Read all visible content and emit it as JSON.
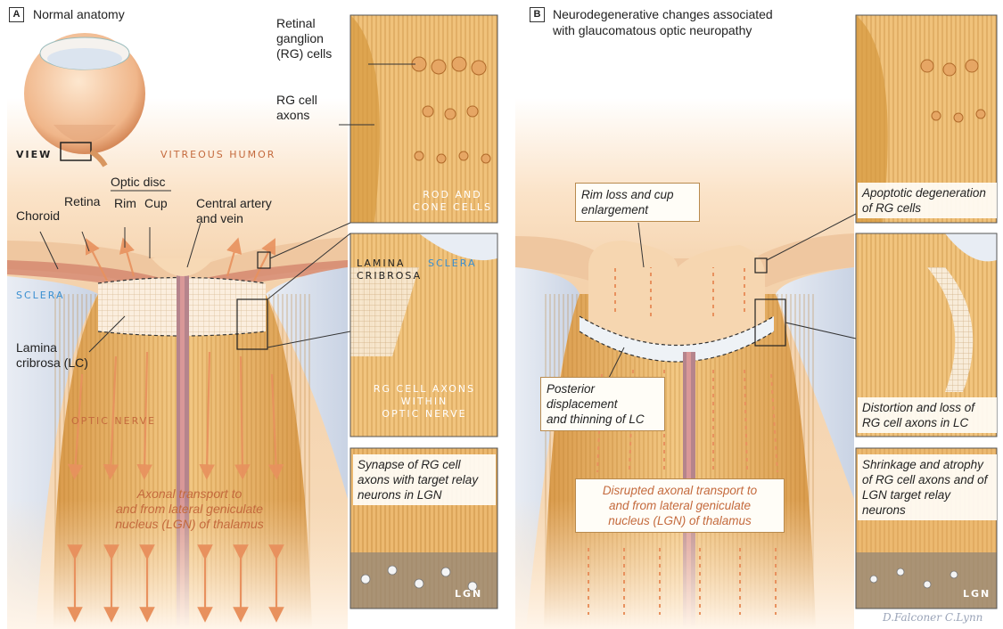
{
  "panel_a": {
    "letter": "A",
    "title": "Normal anatomy",
    "labels": {
      "view": "VIEW",
      "vitreous": "VITREOUS HUMOR",
      "retinal_ganglion": "Retinal\nganglion\n(RG) cells",
      "rg_axons": "RG cell\naxons",
      "optic_disc": "Optic disc",
      "rim": "Rim",
      "cup": "Cup",
      "retina": "Retina",
      "choroid": "Choroid",
      "central_artery": "Central artery\nand vein",
      "sclera_left": "SCLERA",
      "sclera_inset": "SCLERA",
      "lamina_inset": "LAMINA\nCRIBROSA",
      "lamina": "Lamina\ncribrosa (LC)",
      "rod_cone": "ROD AND\nCONE CELLS",
      "optic_nerve": "OPTIC NERVE",
      "rg_within": "RG CELL AXONS\nWITHIN\nOPTIC NERVE",
      "axonal": "Axonal transport to\nand from lateral geniculate\nnucleus (LGN) of thalamus",
      "synapse": "Synapse of RG cell\naxons with target relay\nneurons in LGN",
      "lgn": "LGN"
    }
  },
  "panel_b": {
    "letter": "B",
    "title": "Neurodegenerative changes associated\nwith glaucomatous optic neuropathy",
    "labels": {
      "rim_loss": "Rim loss and cup\nenlargement",
      "apoptotic": "Apoptotic degeneration\nof RG cells",
      "posterior": "Posterior\ndisplacement\nand thinning of LC",
      "distortion": "Distortion and loss of\nRG cell axons in LC",
      "disrupted": "Disrupted axonal transport to\nand from lateral geniculate\nnucleus (LGN) of thalamus",
      "shrinkage": "Shrinkage and atrophy\nof RG cell axons and of\nLGN target relay neurons",
      "lgn": "LGN"
    }
  },
  "signature": "D.Falconer C.Lynn",
  "colors": {
    "orange_arrow": "#e8915e",
    "sclera_blue": "#3a8fd0",
    "box_border": "#b88a4e",
    "nerve": "#e9b66a"
  }
}
